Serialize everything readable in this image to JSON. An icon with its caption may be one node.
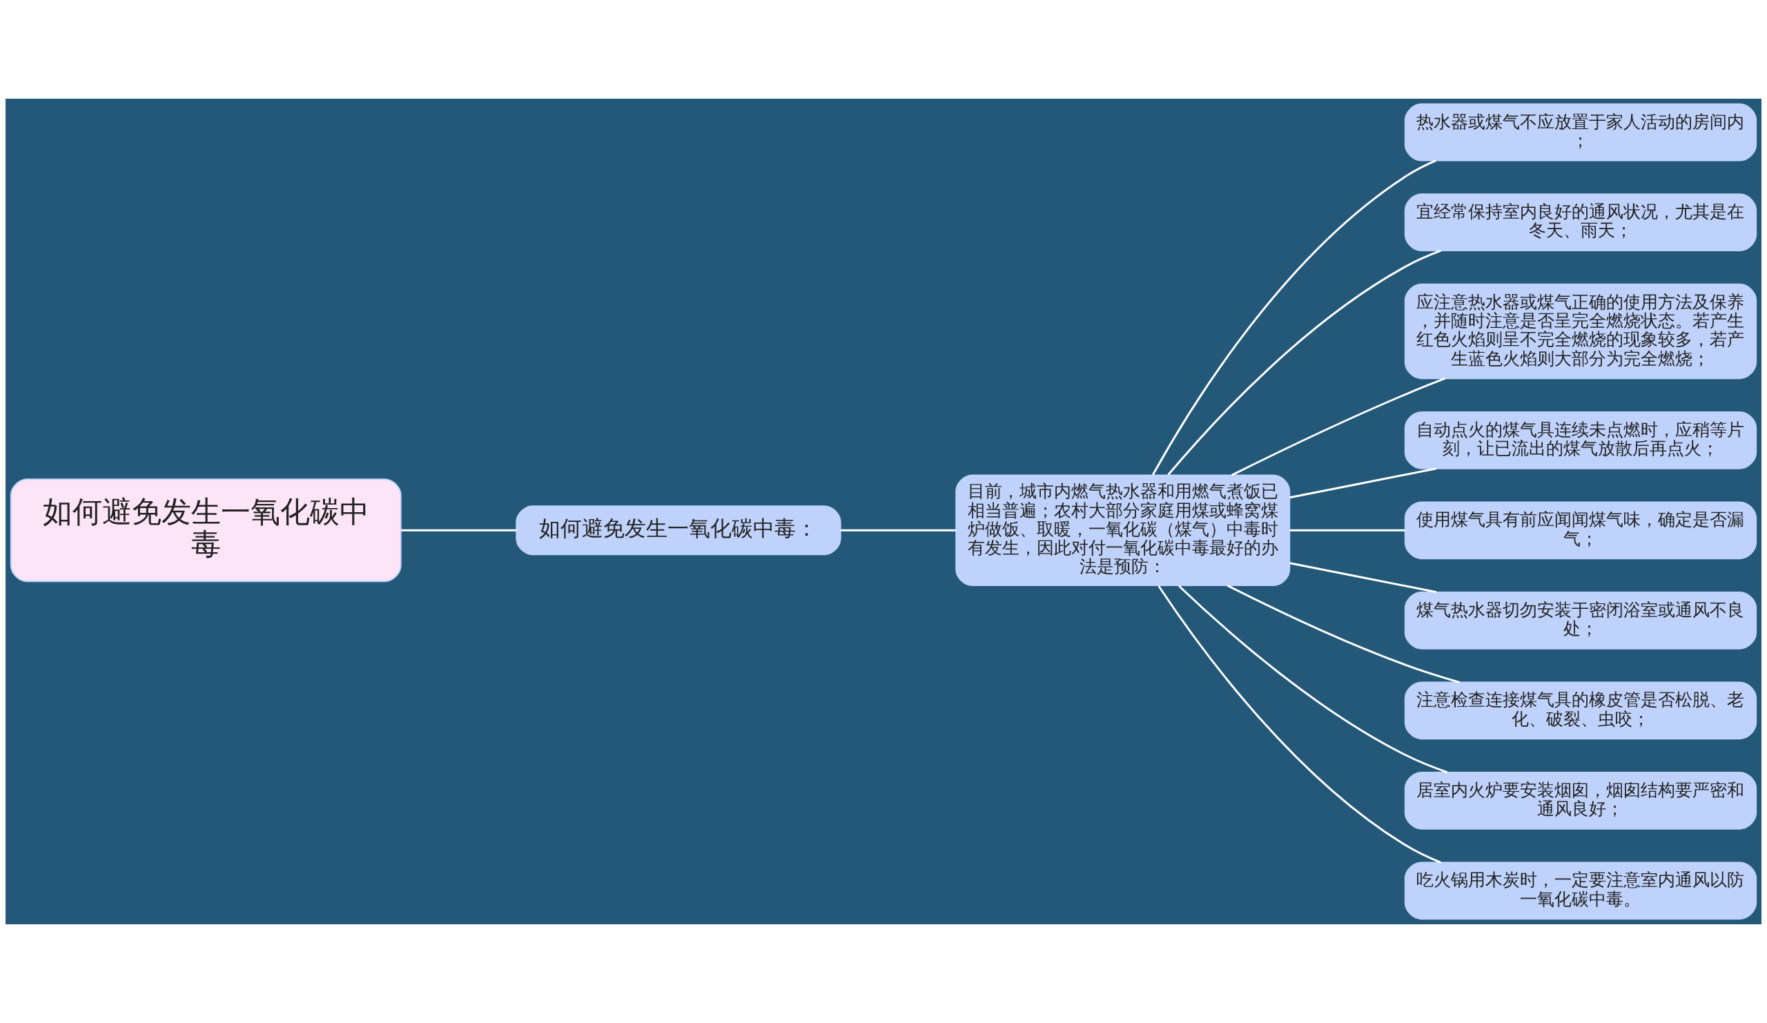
{
  "diagram": {
    "nodes": [
      {
        "text": [
          "如何避免发生一氧化碳中毒"
        ]
      },
      {
        "text": [
          "如何避免发生一氧化碳中毒："
        ]
      },
      {
        "text": [
          "目前，城市内燃气热水器和用燃气煮饭已相当普遍；农村大部分家庭用煤或蜂窝煤炉做饭、取暖，一氧化碳（煤气）中毒时有发生，因此对付一氧化碳中毒最好的办法是预防："
        ]
      },
      {
        "text": [
          "热水器或煤气不应放置于家人活动的房间内；"
        ]
      },
      {
        "text": [
          "宜经常保持室内良好的通风状况，尤其是在冬天、雨天；"
        ]
      },
      {
        "text": [
          "应注意热水器或煤气正确的使用方法及保养，并随时注意是否呈完全燃烧状态。若产生红色火焰则呈不完全燃烧的现象较多，若产生蓝色火焰则大部分为完全燃烧；"
        ]
      },
      {
        "text": [
          "自动点火的煤气具连续未点燃时，应稍等片刻，让已流出的煤气放散后再点火；"
        ]
      },
      {
        "text": [
          "使用煤气具有前应闻闻煤气味，确定是否漏气；"
        ]
      },
      {
        "text": [
          "煤气热水器切勿安装于密闭浴室或通风不良处；"
        ]
      },
      {
        "text": [
          "注意检查连接煤气具的橡皮管是否松脱、老化、破裂、虫咬；"
        ]
      },
      {
        "text": [
          "居室内火炉要安装烟囱，烟囱结构要严密和通风良好；"
        ]
      },
      {
        "text": [
          "吃火锅用木炭时，一定要注意室内通风以防一氧化碳中毒。"
        ]
      }
    ],
    "edges": [
      {
        "from": 0,
        "to": 1,
        "arrow": "none"
      },
      {
        "from": 1,
        "to": 2,
        "arrow": "none"
      },
      {
        "from": 2,
        "to": 3,
        "arrow": "none"
      },
      {
        "from": 2,
        "to": 4,
        "arrow": "none"
      },
      {
        "from": 2,
        "to": 5,
        "arrow": "none"
      },
      {
        "from": 2,
        "to": 6,
        "arrow": "none"
      },
      {
        "from": 2,
        "to": 7,
        "arrow": "none"
      },
      {
        "from": 2,
        "to": 8,
        "arrow": "none"
      },
      {
        "from": 2,
        "to": 9,
        "arrow": "none"
      },
      {
        "from": 2,
        "to": 10,
        "arrow": "none"
      },
      {
        "from": 2,
        "to": 11,
        "arrow": "none"
      }
    ]
  }
}
